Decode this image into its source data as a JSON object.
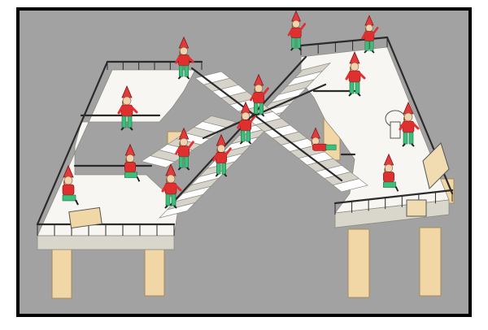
{
  "illustration": {
    "subject": "impossible-staircase",
    "colors": {
      "paper": "#ffffff",
      "border": "#000000",
      "background": "#a2a2a2",
      "deck": "#f7f6f2",
      "deck_edge": "#d9d6cc",
      "leg": "#f0d7a5",
      "leg_edge": "#a58a5c",
      "stair_tread": "#ffffff",
      "stair_riser": "#d6d3ca",
      "stair_side": "#ffffff",
      "rail": "#2b2b2b",
      "hat": "#e23b3b",
      "shirt": "#e02f2f",
      "pants": "#3bbf7a",
      "skin": "#f1d3b0",
      "hair": "#8a5a2b",
      "easel": "#f0dcb0"
    },
    "gnomes": [
      {
        "pose": "standing",
        "place": "left-deck-center"
      },
      {
        "pose": "kneeling-drawing",
        "place": "left-deck-front"
      },
      {
        "pose": "sitting",
        "place": "left-deck-front"
      },
      {
        "pose": "standing",
        "place": "left-deck-lower"
      },
      {
        "pose": "climbing",
        "place": "main-stairs"
      },
      {
        "pose": "climbing",
        "place": "main-stairs"
      },
      {
        "pose": "climbing",
        "place": "main-stairs"
      },
      {
        "pose": "climbing",
        "place": "main-stairs"
      },
      {
        "pose": "sliding-rail",
        "place": "top-rail"
      },
      {
        "pose": "standing",
        "place": "right-deck-center"
      },
      {
        "pose": "lying",
        "place": "right-landing"
      },
      {
        "pose": "painting",
        "place": "right-deck-easel"
      },
      {
        "pose": "sitting",
        "place": "right-deck-front"
      },
      {
        "pose": "leaning-rail",
        "place": "right-deck-back"
      },
      {
        "pose": "descending",
        "place": "left-stairs"
      }
    ]
  }
}
